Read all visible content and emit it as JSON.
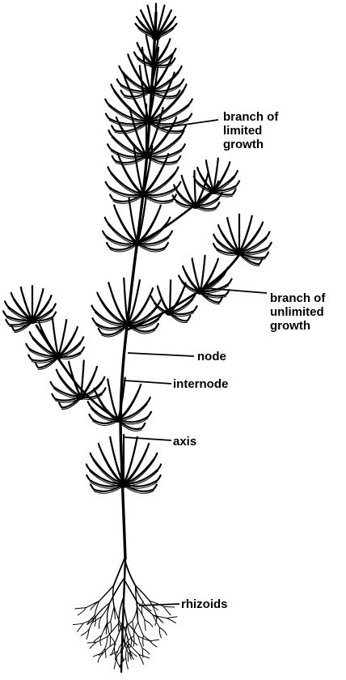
{
  "labels": {
    "branch_limited": [
      "branch of",
      "limited",
      "growth"
    ],
    "branch_unlimited": [
      "branch of",
      "unlimited",
      "growth"
    ],
    "node": "node",
    "internode": "internode",
    "axis": "axis",
    "rhizoids": "rhizoids"
  },
  "colors": {
    "ink": "#000000",
    "background": "#ffffff"
  }
}
